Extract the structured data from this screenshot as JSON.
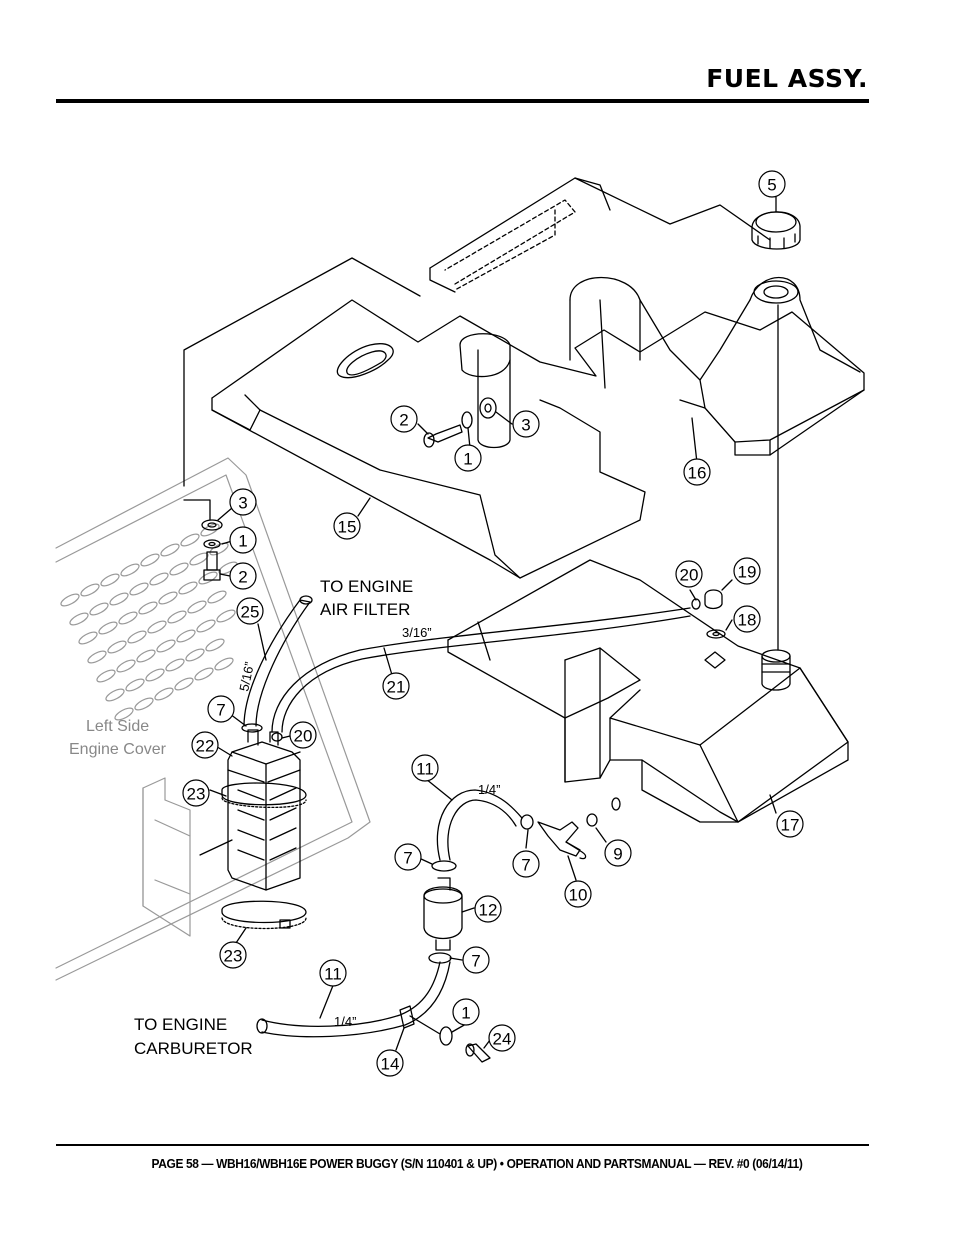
{
  "header": {
    "title": "FUEL ASSY."
  },
  "footer": {
    "text": "PAGE 58 — WBH16/WBH16E POWER BUGGY (S/N 110401 & UP) • OPERATION AND PARTSMANUAL — REV. #0 (06/14/11)"
  },
  "labels": {
    "to_engine_air_filter_1": "TO ENGINE",
    "to_engine_air_filter_2": "AIR FILTER",
    "to_engine_carburetor_1": "TO ENGINE",
    "to_engine_carburetor_2": "CARBURETOR",
    "left_side_cover_1": "Left Side",
    "left_side_cover_2": "Engine Cover",
    "dim_3_16": "3/16”",
    "dim_5_16": "5/16”",
    "dim_1_4_top": "1/4”",
    "dim_1_4_bottom": "1/4”"
  },
  "callouts": [
    {
      "id": "5"
    },
    {
      "id": "2"
    },
    {
      "id": "3"
    },
    {
      "id": "1"
    },
    {
      "id": "16"
    },
    {
      "id": "3"
    },
    {
      "id": "1"
    },
    {
      "id": "2"
    },
    {
      "id": "15"
    },
    {
      "id": "25"
    },
    {
      "id": "20"
    },
    {
      "id": "19"
    },
    {
      "id": "18"
    },
    {
      "id": "21"
    },
    {
      "id": "7"
    },
    {
      "id": "20"
    },
    {
      "id": "22"
    },
    {
      "id": "23"
    },
    {
      "id": "11"
    },
    {
      "id": "17"
    },
    {
      "id": "9"
    },
    {
      "id": "7"
    },
    {
      "id": "7"
    },
    {
      "id": "10"
    },
    {
      "id": "12"
    },
    {
      "id": "23"
    },
    {
      "id": "7"
    },
    {
      "id": "11"
    },
    {
      "id": "1"
    },
    {
      "id": "24"
    },
    {
      "id": "14"
    }
  ]
}
